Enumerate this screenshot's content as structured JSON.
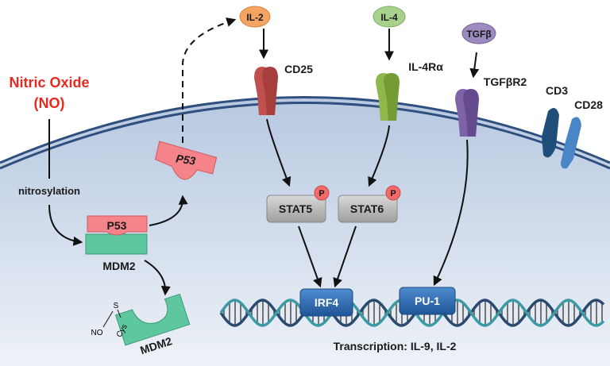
{
  "colors": {
    "cell_fill": "#c9d6e8",
    "membrane": "#2f4f7f",
    "no_text": "#e8291f",
    "il2_ligand": "#f4a463",
    "il4_ligand": "#a9d18e",
    "tgfb_ligand": "#9b8bbf",
    "cd25": "#c0504d",
    "il4ra": "#8fb84a",
    "tgfbr2": "#7e63a6",
    "cd3": "#1f4e79",
    "cd28": "#4a86c5",
    "p53": "#f4848a",
    "mdm2": "#5fc7a0",
    "stat_box": "#b3b3b3",
    "tf_box": "#2e6bb0",
    "phospho": "#f26b6b"
  },
  "labels": {
    "nitric_oxide": "Nitric Oxide",
    "no_abbrev": "(NO)",
    "nitrosylation": "nitrosylation",
    "p53_top": "P53",
    "p53_bottom": "P53",
    "mdm2": "MDM2",
    "mdm2_nitrosylated": "MDM2",
    "no_s": "NO",
    "s": "S",
    "cys": "Cys",
    "il2": "IL-2",
    "il4": "IL-4",
    "tgfb": "TGFβ",
    "cd25": "CD25",
    "il4ra": "IL-4Rα",
    "tgfbr2": "TGFβR2",
    "cd3": "CD3",
    "cd28": "CD28",
    "stat5": "STAT5",
    "stat6": "STAT6",
    "p_stat5": "P",
    "p_stat6": "P",
    "irf4": "IRF4",
    "pu1": "PU-1",
    "transcription": "Transcription: IL-9, IL-2"
  }
}
